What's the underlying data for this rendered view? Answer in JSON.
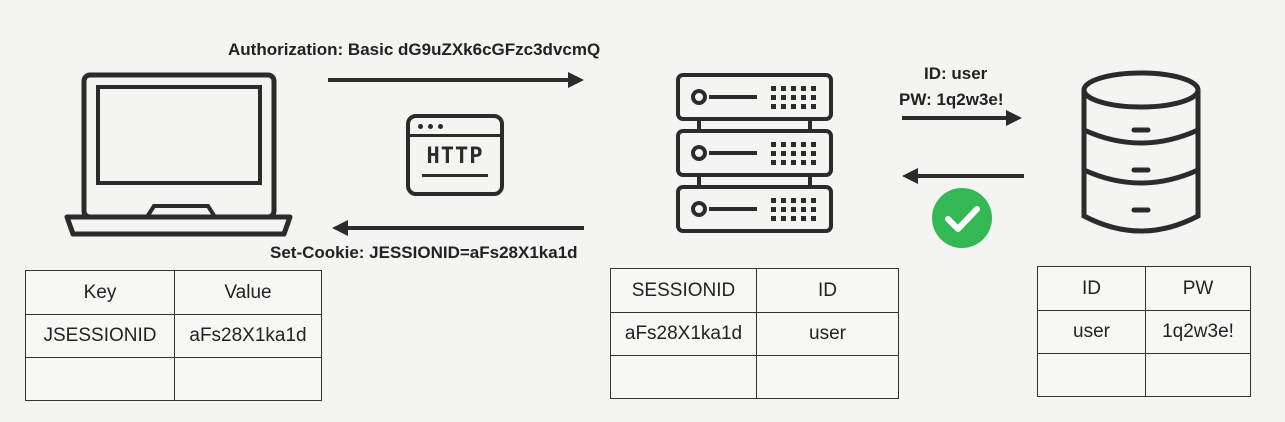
{
  "request_header": "Authorization: Basic dG9uZXk6cGFzc3dvcmQ",
  "response_header": "Set-Cookie: JESSIONID=aFs28X1ka1d",
  "http_badge": "HTTP",
  "credentials": {
    "id_line": "ID: user",
    "pw_line": "PW: 1q2w3e!"
  },
  "colors": {
    "line": "#2b2b2b",
    "check": "#34b853"
  },
  "icons": [
    "laptop-icon",
    "http-window-icon",
    "server-rack-icon",
    "database-icon",
    "checkmark-icon"
  ],
  "client_table": {
    "headers": [
      "Key",
      "Value"
    ],
    "rows": [
      [
        "JSESSIONID",
        "aFs28X1ka1d"
      ],
      [
        "",
        ""
      ]
    ]
  },
  "server_table": {
    "headers": [
      "SESSIONID",
      "ID"
    ],
    "rows": [
      [
        "aFs28X1ka1d",
        "user"
      ],
      [
        "",
        ""
      ]
    ]
  },
  "db_table": {
    "headers": [
      "ID",
      "PW"
    ],
    "rows": [
      [
        "user",
        "1q2w3e!"
      ],
      [
        "",
        ""
      ]
    ]
  }
}
